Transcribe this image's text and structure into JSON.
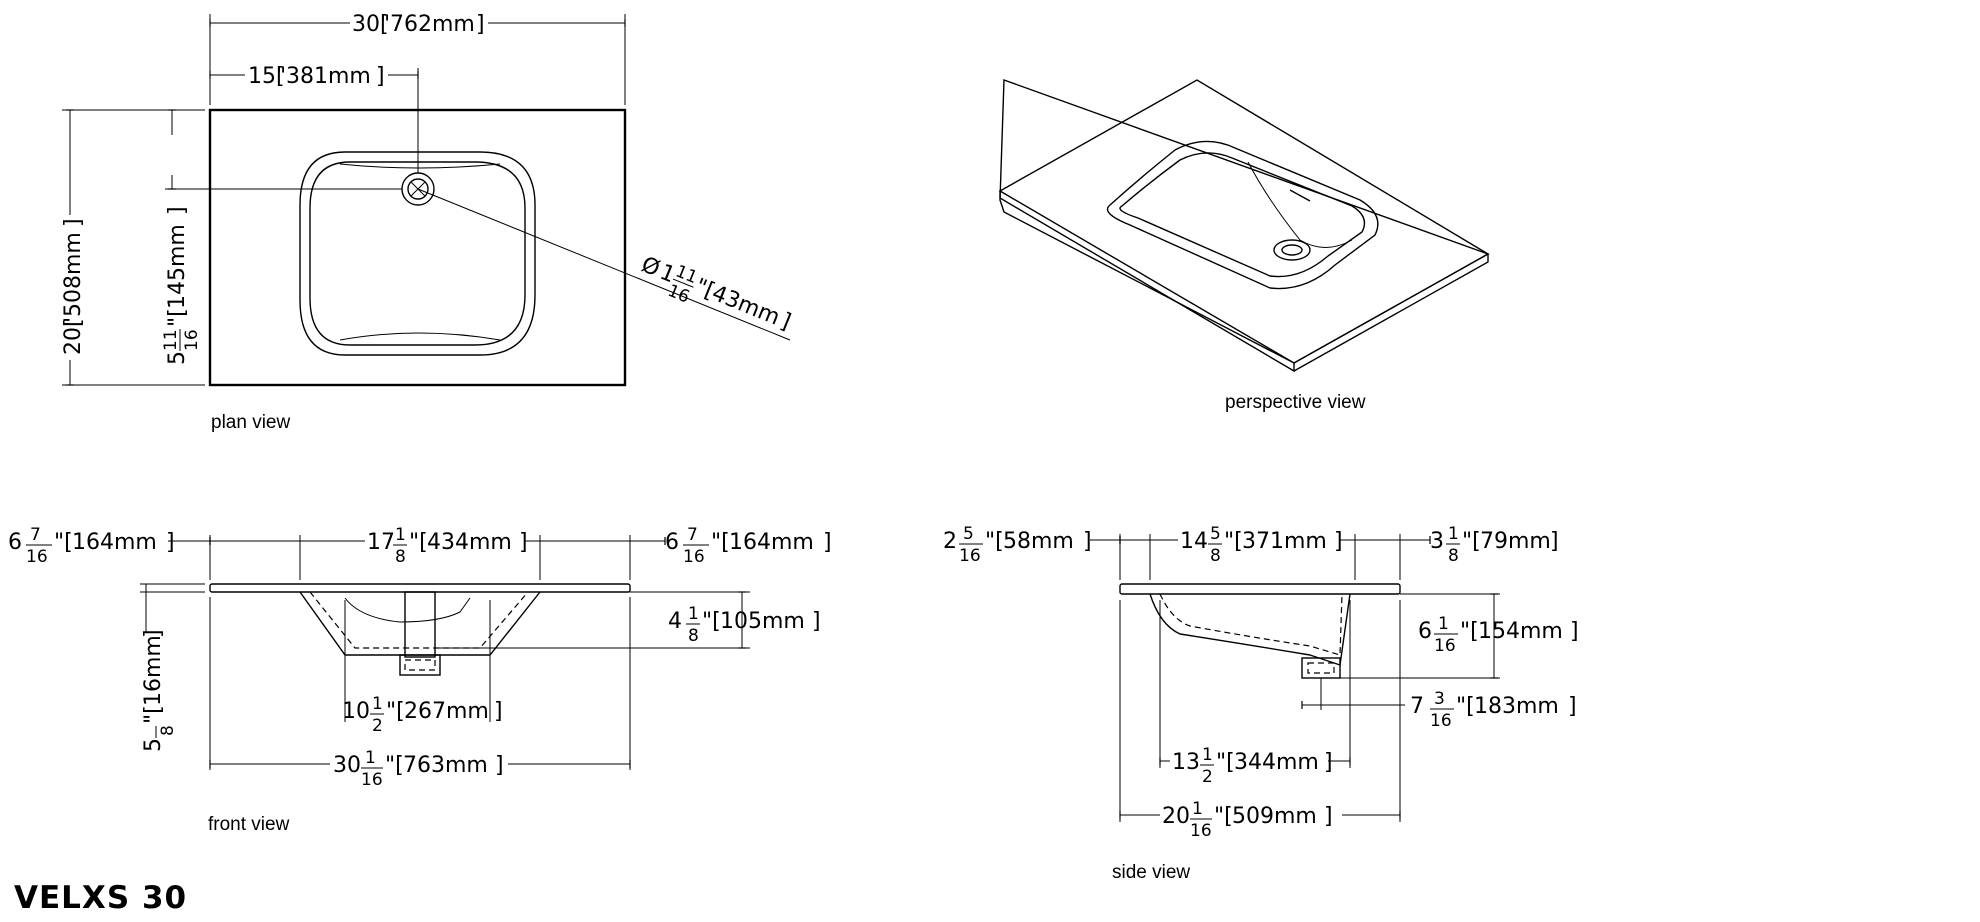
{
  "title": "VELXS 30",
  "views": {
    "plan": "plan view",
    "perspective": "perspective view",
    "front": "front view",
    "side": "side view"
  },
  "plan_dims": {
    "width_in": "30\"",
    "width_mm": "762mm",
    "half_in": "15\"",
    "half_mm": "381mm",
    "depth_in": "20\"",
    "depth_mm": "508mm",
    "drain_off_whole": "5",
    "drain_off_num": "11",
    "drain_off_den": "16",
    "drain_off_mm": "145mm",
    "drain_dia_sym": "Ø",
    "drain_dia_whole": "1",
    "drain_dia_num": "11",
    "drain_dia_den": "16",
    "drain_dia_mm": "43mm"
  },
  "front_dims": {
    "left_whole": "6",
    "left_num": "7",
    "left_den": "16",
    "left_mm": "164mm",
    "bowl_whole": "17",
    "bowl_num": "1",
    "bowl_den": "8",
    "bowl_mm": "434mm",
    "right_whole": "6",
    "right_num": "7",
    "right_den": "16",
    "right_mm": "164mm",
    "depth_whole": "4",
    "depth_num": "1",
    "depth_den": "8",
    "depth_mm": "105mm",
    "drain_whole": "10",
    "drain_num": "1",
    "drain_den": "2",
    "drain_mm": "267mm",
    "thick_whole": "5",
    "thick_num": "",
    "thick_den": "8",
    "thick_mm": "16mm",
    "total_whole": "30",
    "total_num": "1",
    "total_den": "16",
    "total_mm": "763mm"
  },
  "side_dims": {
    "back_whole": "2",
    "back_num": "5",
    "back_den": "16",
    "back_mm": "58mm",
    "bowl_whole": "14",
    "bowl_num": "5",
    "bowl_den": "8",
    "bowl_mm": "371mm",
    "front_whole": "3",
    "front_num": "1",
    "front_den": "8",
    "front_mm": "79mm",
    "depth_whole": "6",
    "depth_num": "1",
    "depth_den": "16",
    "depth_mm": "154mm",
    "drain_whole": "7",
    "drain_num": "3",
    "drain_den": "16",
    "drain_mm": "183mm",
    "inner_whole": "13",
    "inner_num": "1",
    "inner_den": "2",
    "inner_mm": "344mm",
    "total_whole": "20",
    "total_num": "1",
    "total_den": "16",
    "total_mm": "509mm"
  }
}
